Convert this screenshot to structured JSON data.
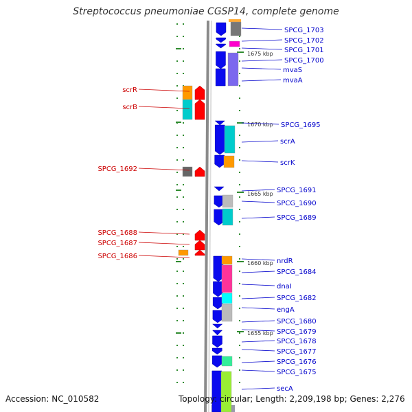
{
  "title": "Streptococcus pneumoniae CGSP14, complete genome",
  "footer": {
    "accession": "Accession: NC_010582",
    "topology": "Topology: circular; Length: 2,209,198 bp; Genes: 2,276"
  },
  "colors": {
    "reverse_label": "#cc0000",
    "forward_label": "#0000cc",
    "gene_body": "#0a0aee",
    "tick": "#2e8b2e"
  },
  "kbp_ticks": [
    "1675 kbp",
    "1670 kbp",
    "1665 kbp",
    "1660 kbp",
    "1655 kbp"
  ],
  "left_genes": [
    {
      "label": "scrR",
      "cog_color": "#ff9900"
    },
    {
      "label": "scrB",
      "cog_color": "#00cccc"
    },
    {
      "label": "SPCG_1692",
      "cog_color": "#666666"
    },
    {
      "label": "SPCG_1688",
      "cog_color": "#ff0000"
    },
    {
      "label": "SPCG_1687",
      "cog_color": "#ff0000"
    },
    {
      "label": "SPCG_1686",
      "cog_color": "#ff9900"
    }
  ],
  "right_genes": [
    {
      "label": "SPCG_1703",
      "cog_color": "#777777"
    },
    {
      "label": "SPCG_1702",
      "cog_color": "#ff00cc"
    },
    {
      "label": "SPCG_1701",
      "cog_color": "#ffffff"
    },
    {
      "label": "SPCG_1700",
      "cog_color": "#ffffff"
    },
    {
      "label": "mvaS",
      "cog_color": "#7b68ee"
    },
    {
      "label": "mvaA",
      "cog_color": "#7b68ee"
    },
    {
      "label": "SPCG_1695",
      "cog_color": "#ffffff"
    },
    {
      "label": "scrA",
      "cog_color": "#00cccc"
    },
    {
      "label": "scrK",
      "cog_color": "#ff9900"
    },
    {
      "label": "SPCG_1691",
      "cog_color": "#ffffff"
    },
    {
      "label": "SPCG_1690",
      "cog_color": "#bbbbbb"
    },
    {
      "label": "SPCG_1689",
      "cog_color": "#00cccc"
    },
    {
      "label": "nrdR",
      "cog_color": "#ff9900"
    },
    {
      "label": "SPCG_1684",
      "cog_color": "#ff3399"
    },
    {
      "label": "dnaI",
      "cog_color": "#ff3399"
    },
    {
      "label": "SPCG_1682",
      "cog_color": "#00ffff"
    },
    {
      "label": "engA",
      "cog_color": "#bbbbbb"
    },
    {
      "label": "SPCG_1680",
      "cog_color": "#bbbbbb"
    },
    {
      "label": "SPCG_1679",
      "cog_color": "#ffffff"
    },
    {
      "label": "SPCG_1678",
      "cog_color": "#ffffff"
    },
    {
      "label": "SPCG_1677",
      "cog_color": "#ffffff"
    },
    {
      "label": "SPCG_1676",
      "cog_color": "#33ee99"
    },
    {
      "label": "SPCG_1675",
      "cog_color": "#ffffff"
    },
    {
      "label": "secA",
      "cog_color": "#99ee33"
    }
  ]
}
